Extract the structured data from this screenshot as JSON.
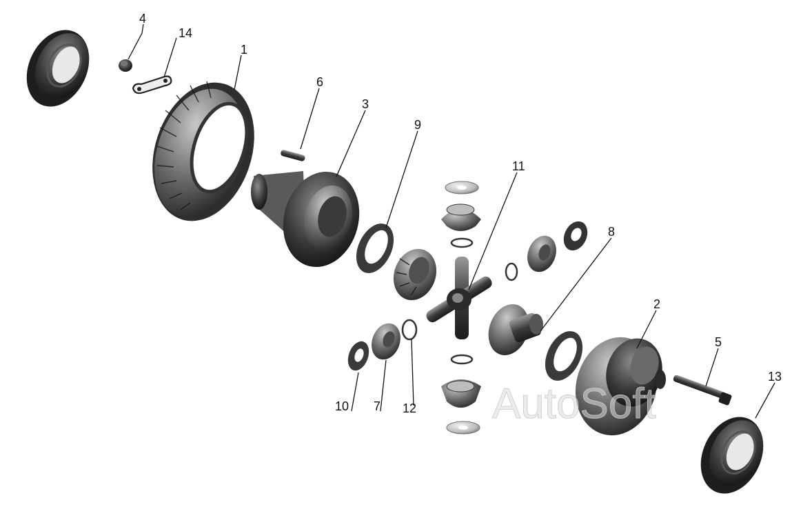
{
  "diagram": {
    "callouts": {
      "c1": "1",
      "c2": "2",
      "c3": "3",
      "c4": "4",
      "c5": "5",
      "c6": "6",
      "c7": "7",
      "c8": "8",
      "c9": "9",
      "c10": "10",
      "c11": "11",
      "c12": "12",
      "c13": "13",
      "c14": "14"
    },
    "watermark": "AutoSoft"
  }
}
